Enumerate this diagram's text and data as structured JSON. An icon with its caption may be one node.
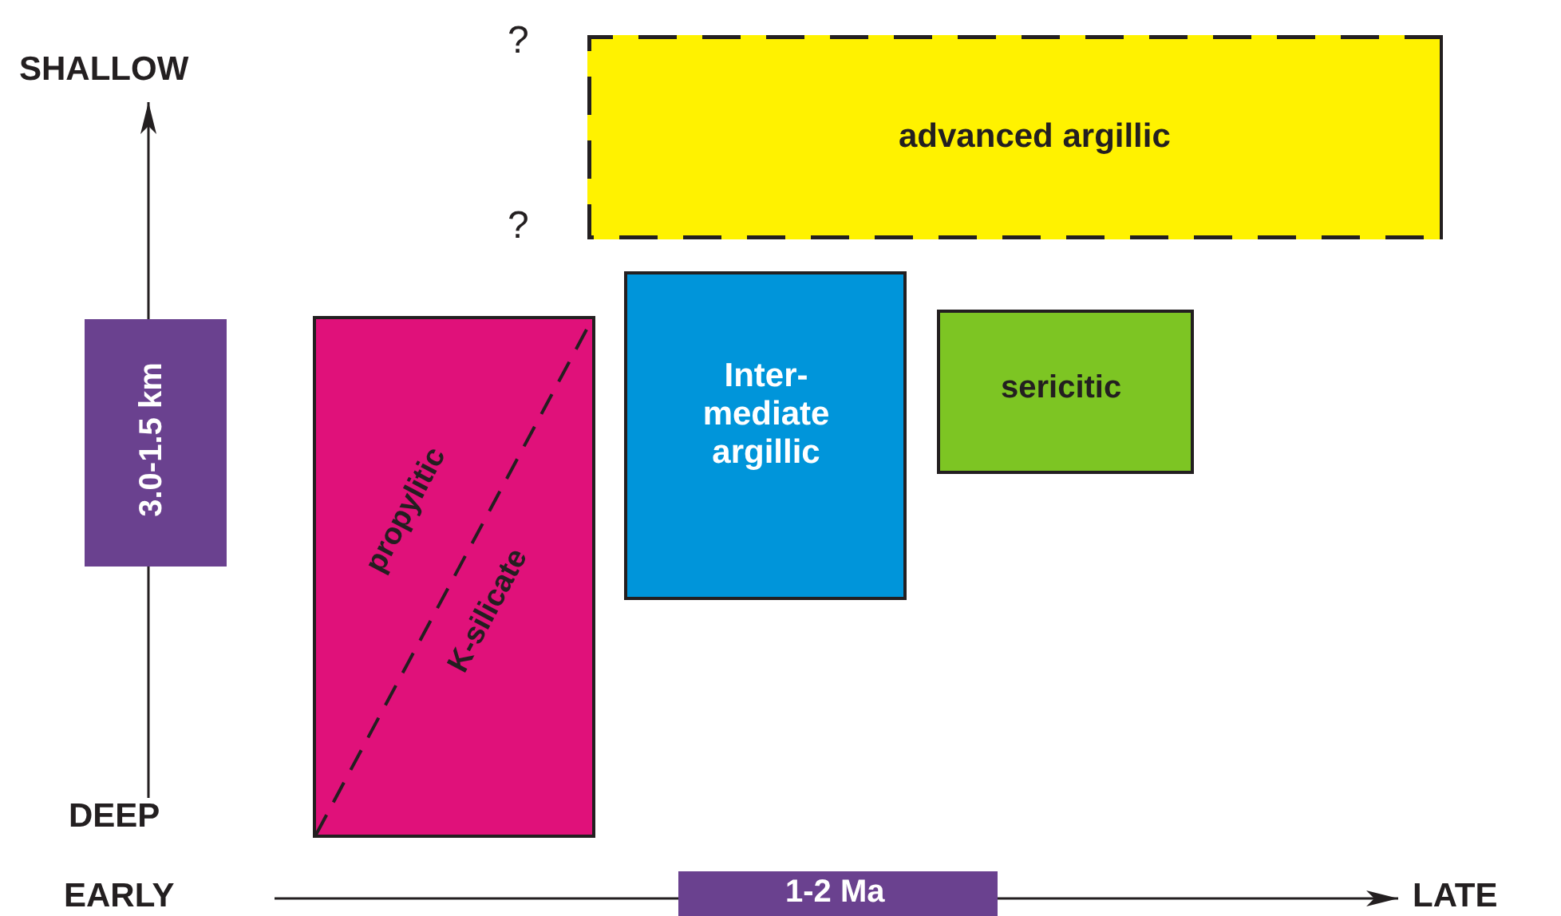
{
  "diagram": {
    "nodes": [
      {
        "text": [
          "advanced argillic"
        ]
      },
      {
        "text": [
          "propylitic",
          "K-silicate"
        ]
      },
      {
        "text": [
          "Inter- mediate argillic"
        ]
      },
      {
        "text": [
          "sericitic"
        ]
      },
      {
        "text": [
          "3.0-1.5 km"
        ]
      },
      {
        "text": [
          "1-2 Ma"
        ]
      }
    ],
    "labels": [
      "?",
      "SHALLOW",
      "?",
      "DEEP",
      "EARLY",
      "LATE"
    ]
  }
}
